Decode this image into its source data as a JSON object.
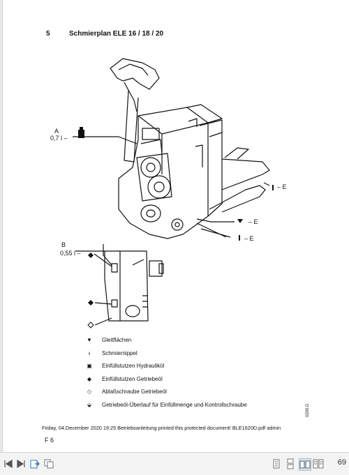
{
  "header": {
    "section_number": "5",
    "title": "Schmierplan  ELE 16 / 18 / 20"
  },
  "callouts": {
    "a_label": "A",
    "a_amount": "0,7 l –",
    "b_label": "B",
    "b_amount": "0,55 l –",
    "e1": "– E",
    "e2": "– E",
    "e3": "– E"
  },
  "legend": [
    {
      "symbol": "▼",
      "text": "Gleitflächen"
    },
    {
      "symbol": "ᵻ",
      "text": "Schmiernippel"
    },
    {
      "symbol": "▣",
      "text": "Einfüllstutzen Hydrauliköl"
    },
    {
      "symbol": "◆",
      "text": "Einfüllstutzen Getriebeöl"
    },
    {
      "symbol": "◇",
      "text": "Ablaßschraube Getriebeöl"
    },
    {
      "symbol": "⬙",
      "text": "Getriebeöl-Überlauf für Einfüllmenge und Kontrollschraube"
    }
  ],
  "footer": {
    "print_note": "Friday, 04.December 2020 19:25 Betriebsanleitung printed this protected document! BLE1620D.pdf admin",
    "page_code": "F 6",
    "drawing_code": "0200.D"
  },
  "viewer": {
    "page_number": "69"
  }
}
